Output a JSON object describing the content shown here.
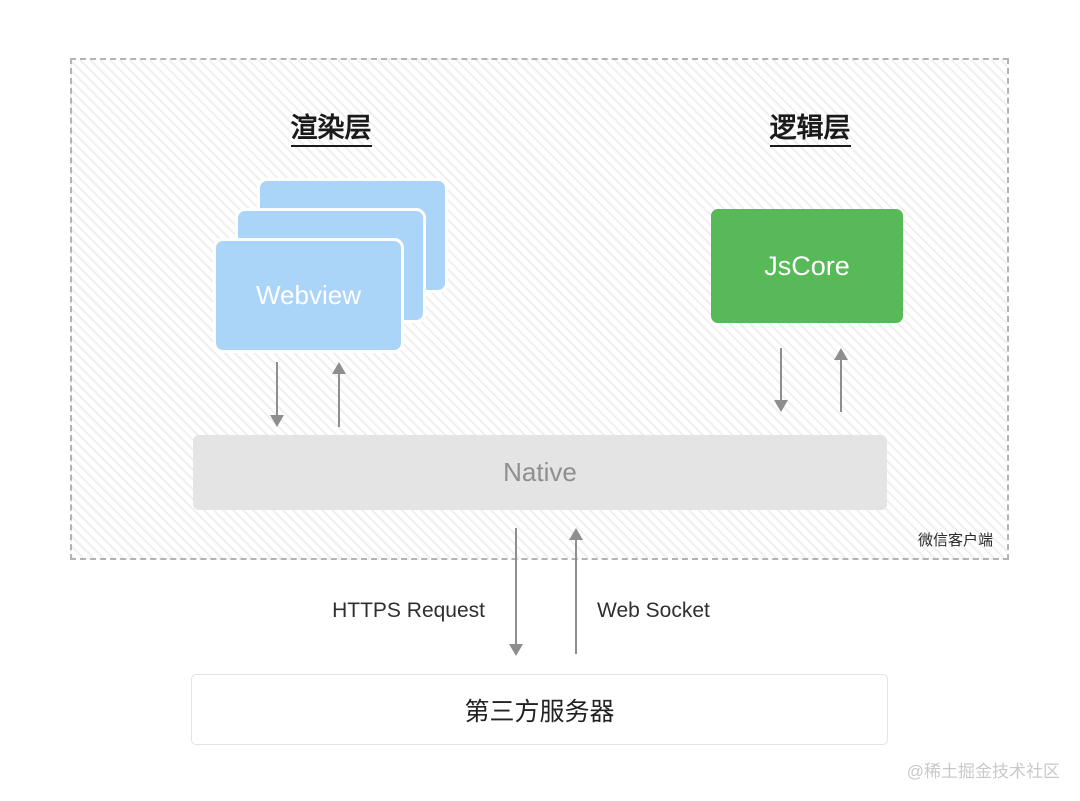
{
  "diagram": {
    "client_box": {
      "label": "微信客户端",
      "render_layer": {
        "title": "渲染层",
        "webview_label": "Webview",
        "webview_color": "#abd4f9"
      },
      "logic_layer": {
        "title": "逻辑层",
        "jscore_label": "JsCore",
        "jscore_color": "#57b957"
      },
      "native": {
        "label": "Native",
        "color": "#e4e4e4"
      }
    },
    "connections": {
      "https_request": "HTTPS Request",
      "web_socket": "Web Socket"
    },
    "third_party_server": {
      "label": "第三方服务器"
    },
    "watermark": "@稀土掘金技术社区"
  }
}
